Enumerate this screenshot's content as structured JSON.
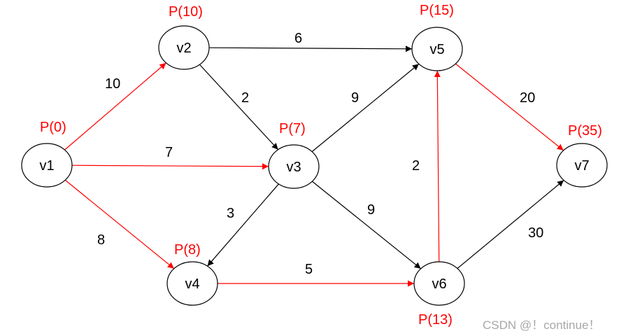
{
  "graph": {
    "nodes": [
      {
        "id": "v1",
        "label": "v1",
        "potential": "P(0)"
      },
      {
        "id": "v2",
        "label": "v2",
        "potential": "P(10)"
      },
      {
        "id": "v3",
        "label": "v3",
        "potential": "P(7)"
      },
      {
        "id": "v4",
        "label": "v4",
        "potential": "P(8)"
      },
      {
        "id": "v5",
        "label": "v5",
        "potential": "P(15)"
      },
      {
        "id": "v6",
        "label": "v6",
        "potential": "P(13)"
      },
      {
        "id": "v7",
        "label": "v7",
        "potential": "P(35)"
      }
    ],
    "edges": [
      {
        "from": "v1",
        "to": "v2",
        "weight": "10",
        "highlight": true
      },
      {
        "from": "v1",
        "to": "v3",
        "weight": "7",
        "highlight": true
      },
      {
        "from": "v1",
        "to": "v4",
        "weight": "8",
        "highlight": true
      },
      {
        "from": "v2",
        "to": "v5",
        "weight": "6",
        "highlight": false
      },
      {
        "from": "v2",
        "to": "v3",
        "weight": "2",
        "highlight": false
      },
      {
        "from": "v3",
        "to": "v5",
        "weight": "9",
        "highlight": false
      },
      {
        "from": "v3",
        "to": "v4",
        "weight": "3",
        "highlight": false
      },
      {
        "from": "v3",
        "to": "v6",
        "weight": "9",
        "highlight": false
      },
      {
        "from": "v4",
        "to": "v6",
        "weight": "5",
        "highlight": true
      },
      {
        "from": "v6",
        "to": "v5",
        "weight": "2",
        "highlight": true
      },
      {
        "from": "v5",
        "to": "v7",
        "weight": "20",
        "highlight": true
      },
      {
        "from": "v6",
        "to": "v7",
        "weight": "30",
        "highlight": false
      }
    ]
  },
  "colors": {
    "highlight": "#ff0000",
    "normal": "#000000",
    "watermark": "#a8a8a8"
  },
  "watermark": "CSDN @！continue！"
}
